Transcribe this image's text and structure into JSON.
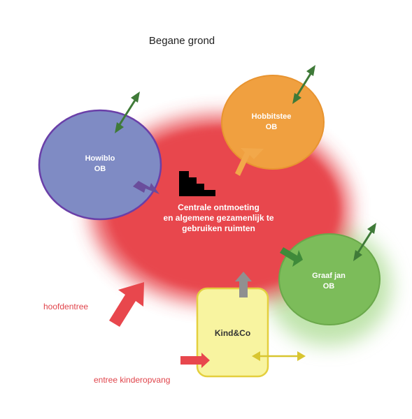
{
  "title": "Begane grond",
  "center": {
    "line1": "Centrale ontmoeting",
    "line2": "en algemene gezamenlijk te",
    "line3": "gebruiken ruimten"
  },
  "units": {
    "howiblo": {
      "name": "Howiblo",
      "sub": "OB"
    },
    "hobbitstee": {
      "name": "Hobbitstee",
      "sub": "OB"
    },
    "graafjan": {
      "name": "Graaf jan",
      "sub": "OB"
    },
    "kindco": {
      "name": "Kind&Co"
    }
  },
  "labels": {
    "main_entrance": "hoofdentree",
    "childcare_entrance": "entree kinderopvang"
  },
  "colors": {
    "red": "#e8474d",
    "howiblo": "#7f8bc4",
    "howiblo_border": "#6a3fa8",
    "hobbitstee": "#f0a040",
    "graafjan": "#7cbc5a",
    "kindco": "#f8f4a0",
    "kindco_border": "#e4cf3e",
    "green_arrow": "#3f7a38",
    "purple_arrow": "#6a4d9c",
    "gray_arrow": "#909090",
    "yellow_arrow": "#d8c530"
  }
}
